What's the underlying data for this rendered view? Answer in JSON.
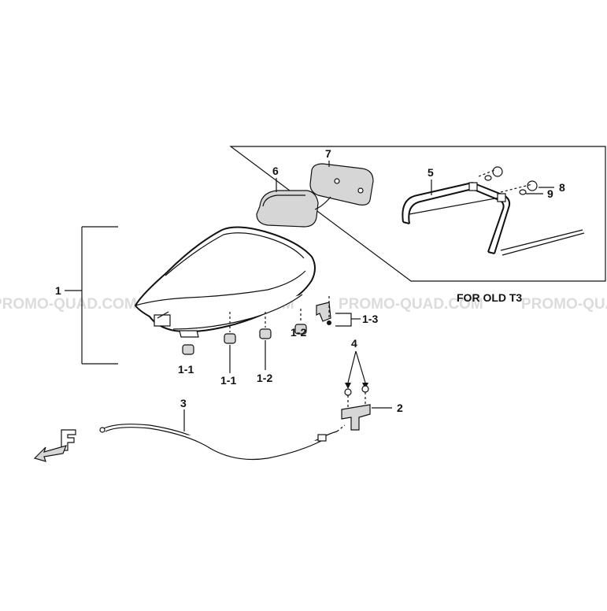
{
  "watermark": {
    "text": "PROMO-QUAD.COM",
    "color": "#dcdcdc"
  },
  "inset": {
    "caption": "FOR OLD T3"
  },
  "callouts": {
    "seat_assembly": "1",
    "seat_rubber_1": "1-1",
    "seat_rubber_2": "1-1",
    "seat_cushion_1": "1-2",
    "seat_cushion_2": "1-2",
    "seat_clip": "1-3",
    "bracket": "2",
    "cable": "3",
    "bolts": "4",
    "carrier": "5",
    "backrest_pad": "6",
    "backrest_plate": "7",
    "nut": "8",
    "washer": "9"
  }
}
